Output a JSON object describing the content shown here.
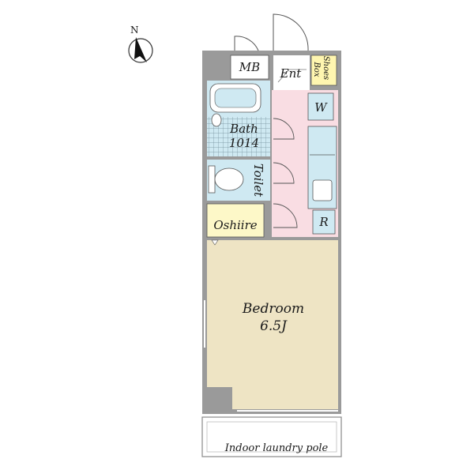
{
  "compass": {
    "north_label": "N"
  },
  "rooms": {
    "mb": "MB",
    "ent": "Ent",
    "shoes_line1": "Shoes",
    "shoes_line2": "Box",
    "washer": "W",
    "bath_line1": "Bath",
    "bath_line2": "1014",
    "toilet": "Toilet",
    "oshiire": "Oshiire",
    "fridge": "R",
    "bedroom_line1": "Bedroom",
    "bedroom_line2": "6.5J",
    "balcony": "Indoor laundry pole"
  },
  "colors": {
    "wall": "#9a9a9a",
    "bath_blue": "#cfe9f2",
    "corridor_pink": "#f9dde3",
    "oshiire_yellow": "#fdf8c8",
    "bedroom_beige": "#eee4c4",
    "shoes_yellow": "#fff6b0"
  }
}
